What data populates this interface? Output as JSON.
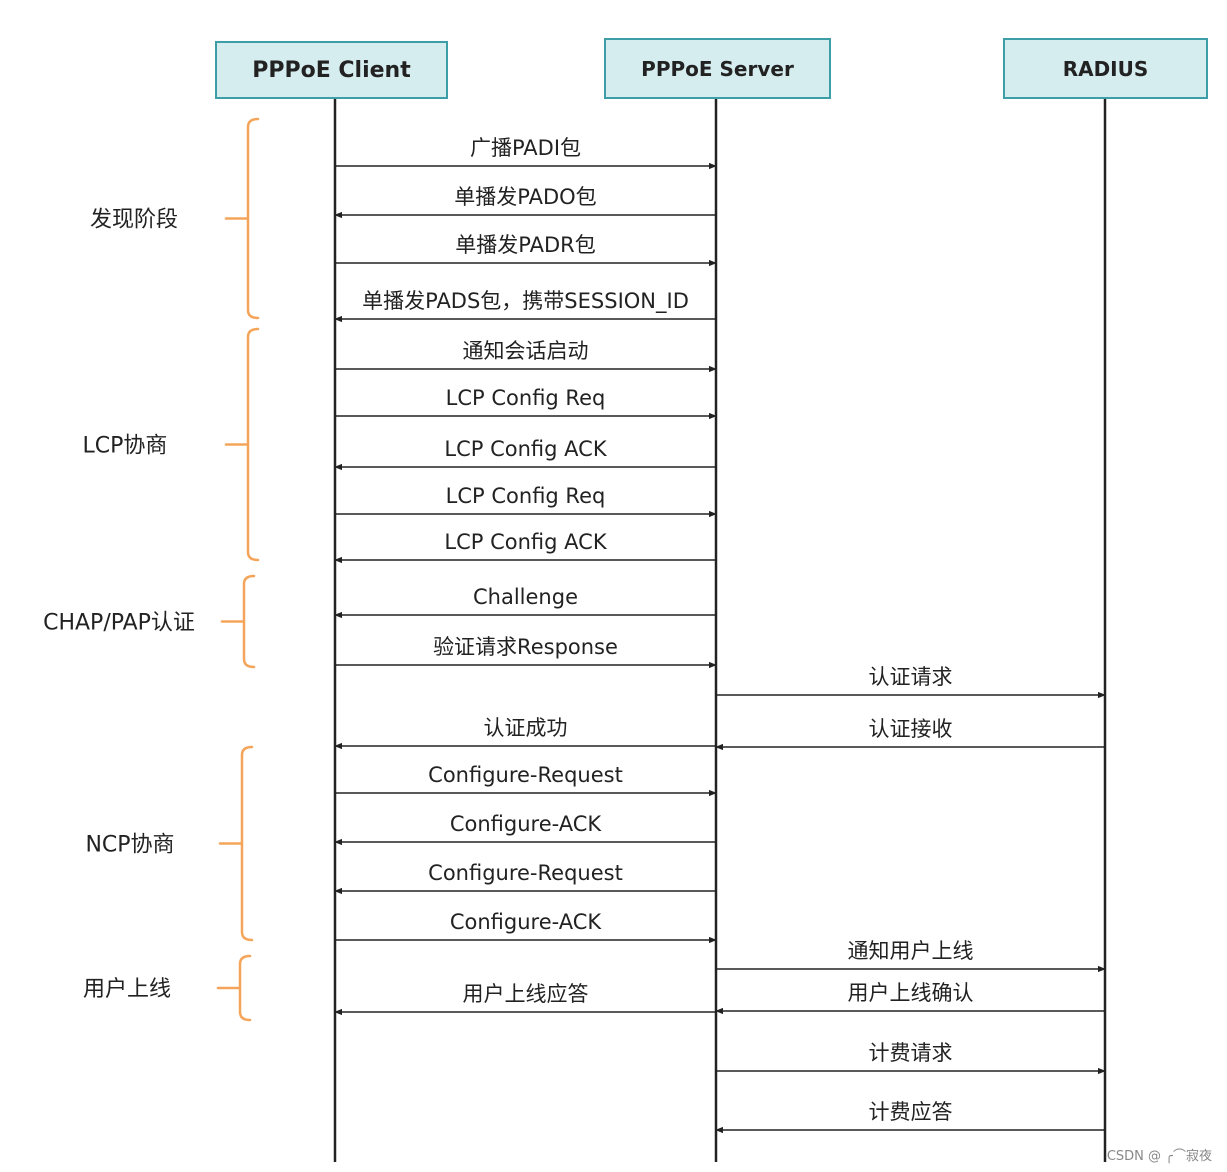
{
  "actors": {
    "client": "PPPoE Client",
    "server": "PPPoE Server",
    "radius": "RADIUS"
  },
  "phases": [
    {
      "id": "discovery",
      "label": "发现阶段"
    },
    {
      "id": "lcp",
      "label": "LCP协商"
    },
    {
      "id": "auth",
      "label": "CHAP/PAP认证"
    },
    {
      "id": "ncp",
      "label": "NCP协商"
    },
    {
      "id": "online",
      "label": "用户上线"
    }
  ],
  "messages": [
    {
      "from": "client",
      "to": "server",
      "label": "广播PADI包"
    },
    {
      "from": "server",
      "to": "client",
      "label": "单播发PADO包"
    },
    {
      "from": "client",
      "to": "server",
      "label": "单播发PADR包"
    },
    {
      "from": "server",
      "to": "client",
      "label": "单播发PADS包，携带SESSION_ID"
    },
    {
      "from": "client",
      "to": "server",
      "label": "通知会话启动"
    },
    {
      "from": "client",
      "to": "server",
      "label": "LCP Config Req"
    },
    {
      "from": "server",
      "to": "client",
      "label": "LCP Config ACK"
    },
    {
      "from": "client",
      "to": "server",
      "label": "LCP Config Req"
    },
    {
      "from": "server",
      "to": "client",
      "label": "LCP Config ACK"
    },
    {
      "from": "server",
      "to": "client",
      "label": "Challenge"
    },
    {
      "from": "client",
      "to": "server",
      "label": "验证请求Response"
    },
    {
      "from": "server",
      "to": "radius",
      "label": "认证请求"
    },
    {
      "from": "radius",
      "to": "server",
      "label": "认证接收"
    },
    {
      "from": "server",
      "to": "client",
      "label": "认证成功"
    },
    {
      "from": "client",
      "to": "server",
      "label": "Configure-Request"
    },
    {
      "from": "server",
      "to": "client",
      "label": "Configure-ACK"
    },
    {
      "from": "server",
      "to": "client",
      "label": "Configure-Request"
    },
    {
      "from": "client",
      "to": "server",
      "label": "Configure-ACK"
    },
    {
      "from": "server",
      "to": "radius",
      "label": "通知用户上线"
    },
    {
      "from": "radius",
      "to": "server",
      "label": "用户上线确认"
    },
    {
      "from": "server",
      "to": "client",
      "label": "用户上线应答"
    },
    {
      "from": "server",
      "to": "radius",
      "label": "计费请求"
    },
    {
      "from": "radius",
      "to": "server",
      "label": "计费应答"
    }
  ],
  "watermark": "CSDN @ ╭⌒寂夜",
  "colors": {
    "actor_fill": "#d6edf0",
    "actor_border": "#3e9ea8",
    "brace": "#f4a55a",
    "line": "#222222"
  }
}
